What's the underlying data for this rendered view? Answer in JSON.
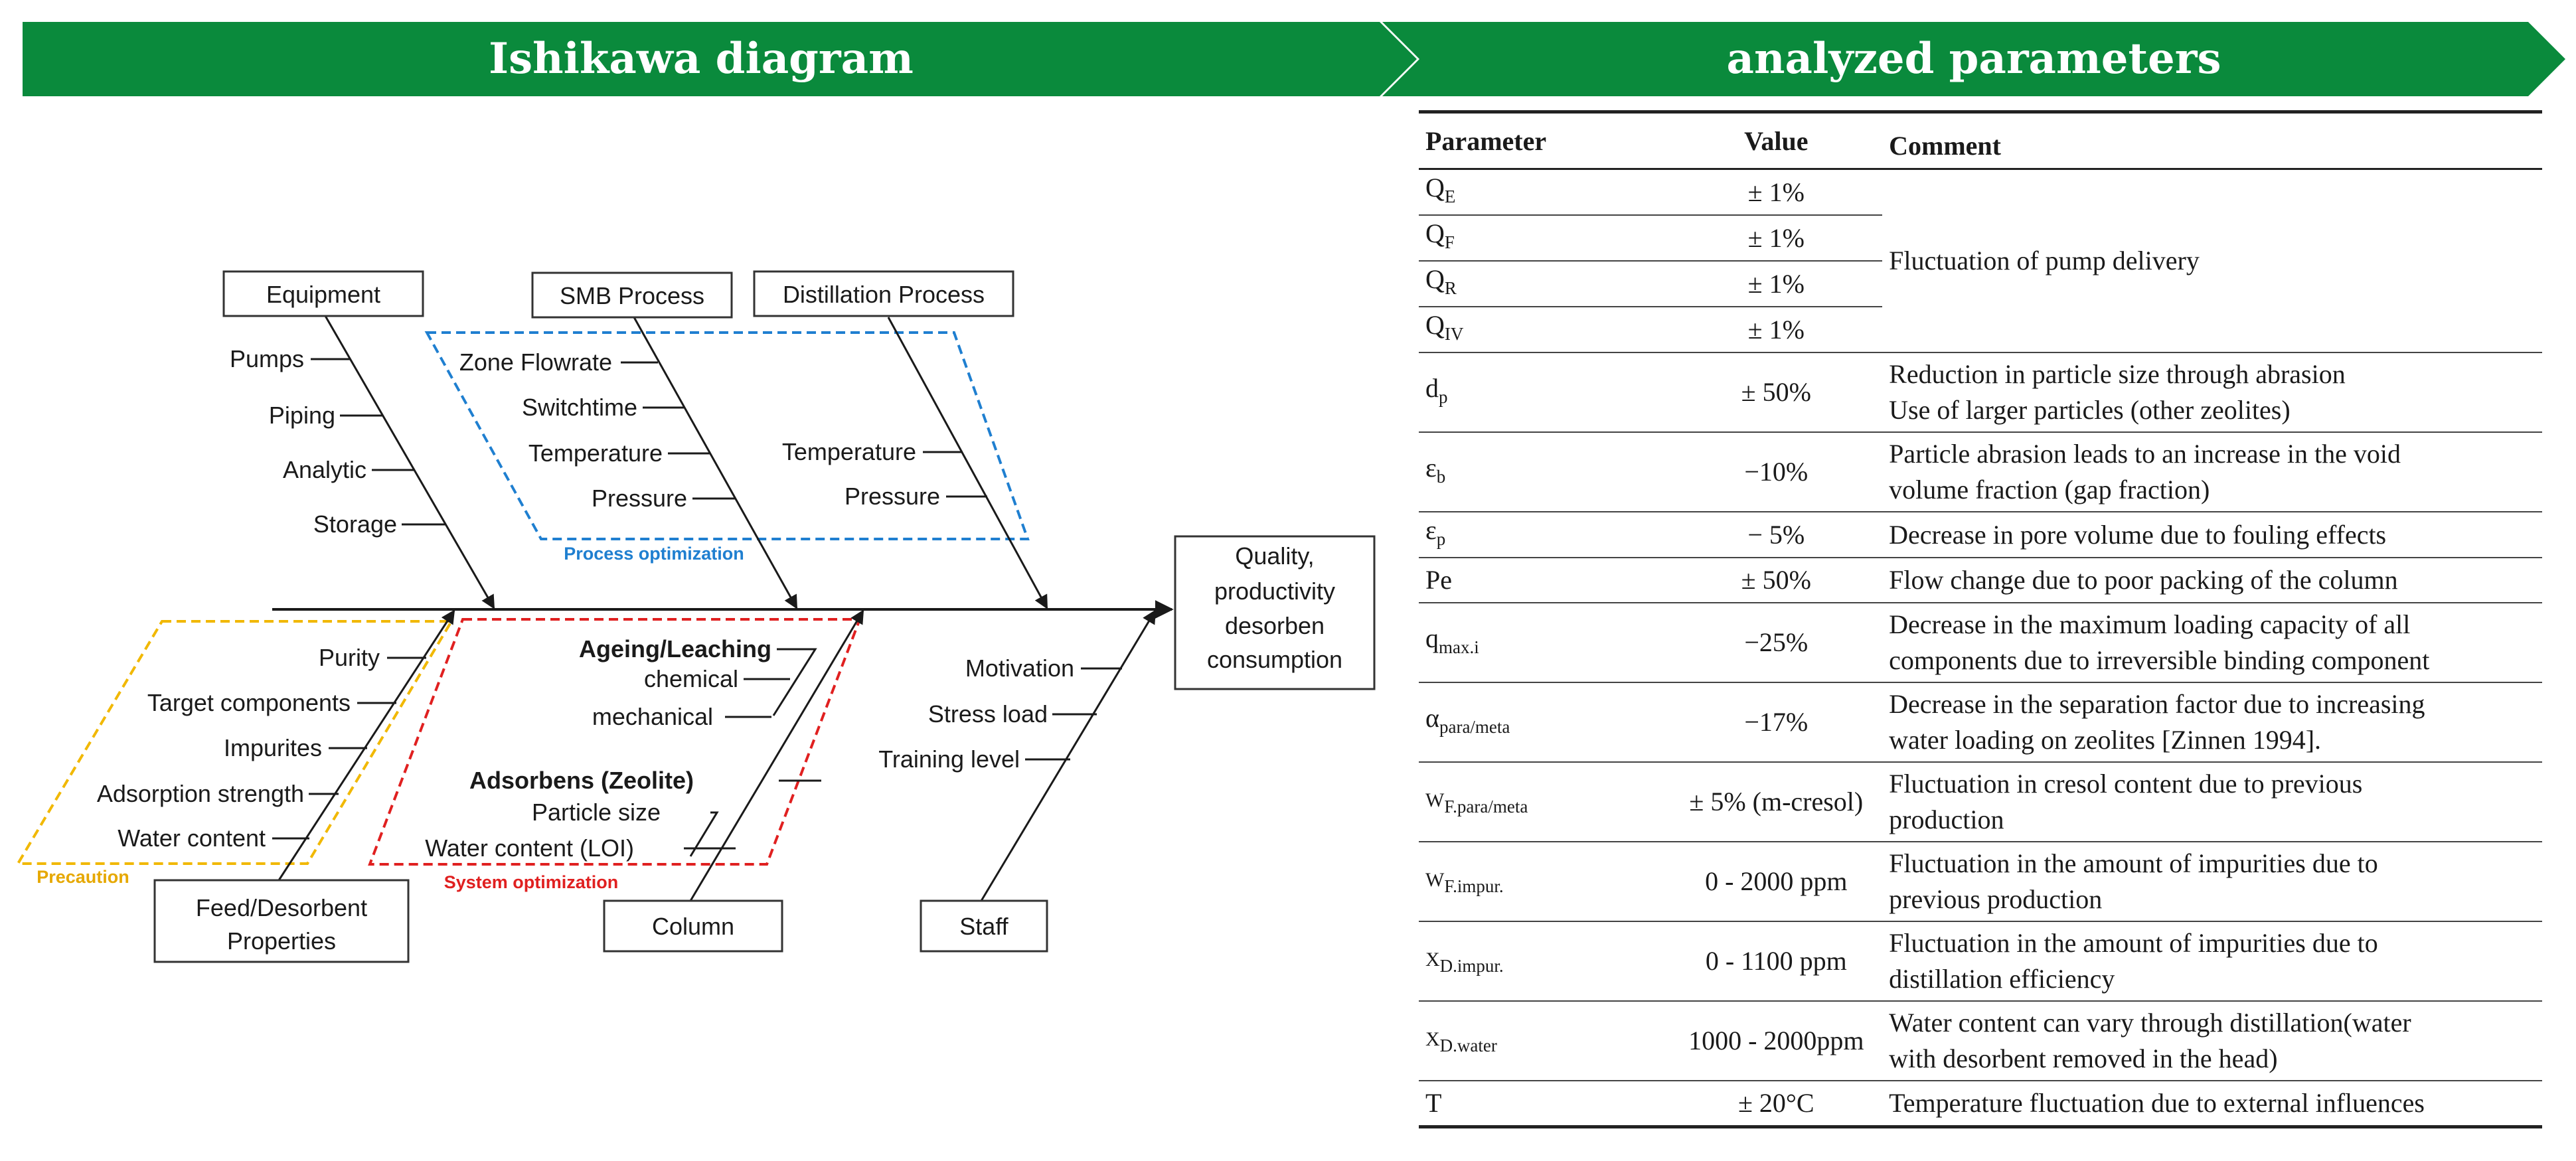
{
  "left_banner": {
    "title": "Ishikawa diagram"
  },
  "right_banner": {
    "title": "analyzed parameters"
  },
  "colors": {
    "banner_green": "#0a8a3c",
    "process_blue": "#1f7fd0",
    "system_red": "#e02020",
    "precaution_yellow": "#f1b800",
    "line_dark": "#1a1a1a"
  },
  "diagram": {
    "effect": [
      "Quality,",
      "productivity",
      "desorben",
      "consumption"
    ],
    "categories": {
      "equipment": "Equipment",
      "smb": "SMB Process",
      "distillation": "Distillation Process",
      "feed": [
        "Feed/Desorbent",
        "Properties"
      ],
      "column": "Column",
      "staff": "Staff"
    },
    "causes": {
      "equipment": [
        "Pumps",
        "Piping",
        "Analytic",
        "Storage"
      ],
      "smb": [
        "Zone Flowrate",
        "Switchtime",
        "Temperature",
        "Pressure"
      ],
      "distillation": [
        "Temperature",
        "Pressure"
      ],
      "feed": [
        "Purity",
        "Target components",
        "Impurites",
        "Adsorption strength",
        "Water content"
      ],
      "column_ageing": {
        "head": "Ageing/Leaching",
        "items": [
          "chemical",
          "mechanical"
        ]
      },
      "column_adsorbens": {
        "head": "Adsorbens (Zeolite)",
        "items": [
          "Particle size",
          "Water content (LOI)"
        ]
      },
      "staff": [
        "Motivation",
        "Stress load",
        "Training level"
      ]
    },
    "regions": {
      "process": "Process optimization",
      "system": "System optimization",
      "precaution": "Precaution"
    }
  },
  "table": {
    "headers": {
      "parameter": "Parameter",
      "value": "Value",
      "comment": "Comment"
    },
    "pump_comment": "Fluctuation of pump delivery",
    "rows": [
      {
        "sym": "Q",
        "sub": "E",
        "value": "± 1%"
      },
      {
        "sym": "Q",
        "sub": "F",
        "value": "± 1%"
      },
      {
        "sym": "Q",
        "sub": "R",
        "value": "± 1%"
      },
      {
        "sym": "Q",
        "sub": "IV",
        "value": "± 1%"
      },
      {
        "sym": "d",
        "sub": "p",
        "value": "± 50%",
        "comment": [
          "Reduction in particle size through abrasion",
          "Use of larger particles (other zeolites)"
        ]
      },
      {
        "sym": "ε",
        "sub": "b",
        "value": "−10%",
        "comment": [
          "Particle abrasion leads to an increase in the void",
          "volume fraction (gap fraction)"
        ]
      },
      {
        "sym": "ε",
        "sub": "p",
        "value": "− 5%",
        "comment": [
          "Decrease in pore volume due to fouling effects"
        ]
      },
      {
        "sym": "Pe",
        "sub": "",
        "value": "± 50%",
        "comment": [
          "Flow change due to poor packing of the column"
        ]
      },
      {
        "sym": "q",
        "sub": "max.i",
        "value": "−25%",
        "comment": [
          "Decrease in the maximum loading capacity of all",
          "components due to irreversible binding component"
        ]
      },
      {
        "sym": "α",
        "sub": "para/meta",
        "value": "−17%",
        "comment": [
          "Decrease in the separation factor due to increasing",
          "water loading on zeolites [Zinnen 1994]."
        ]
      },
      {
        "sym": "W",
        "sub": "F.para/meta",
        "value": "± 5% (m-cresol)",
        "comment": [
          "Fluctuation in cresol content due to previous",
          "production"
        ]
      },
      {
        "sym": "W",
        "sub": "F.impur.",
        "value": "0 - 2000 ppm",
        "comment": [
          "Fluctuation in the amount of impurities due to",
          "previous production"
        ]
      },
      {
        "sym": "X",
        "sub": "D.impur.",
        "value": "0 - 1100 ppm",
        "comment": [
          "Fluctuation in the amount of impurities due to",
          "distillation efficiency"
        ]
      },
      {
        "sym": "X",
        "sub": "D.water",
        "value": "1000 - 2000ppm",
        "comment": [
          "Water content can vary through distillation(water",
          "with desorbent removed in the head)"
        ]
      },
      {
        "sym": "T",
        "sub": "",
        "value": "± 20°C",
        "comment": [
          "Temperature fluctuation due to external influences"
        ]
      }
    ]
  }
}
